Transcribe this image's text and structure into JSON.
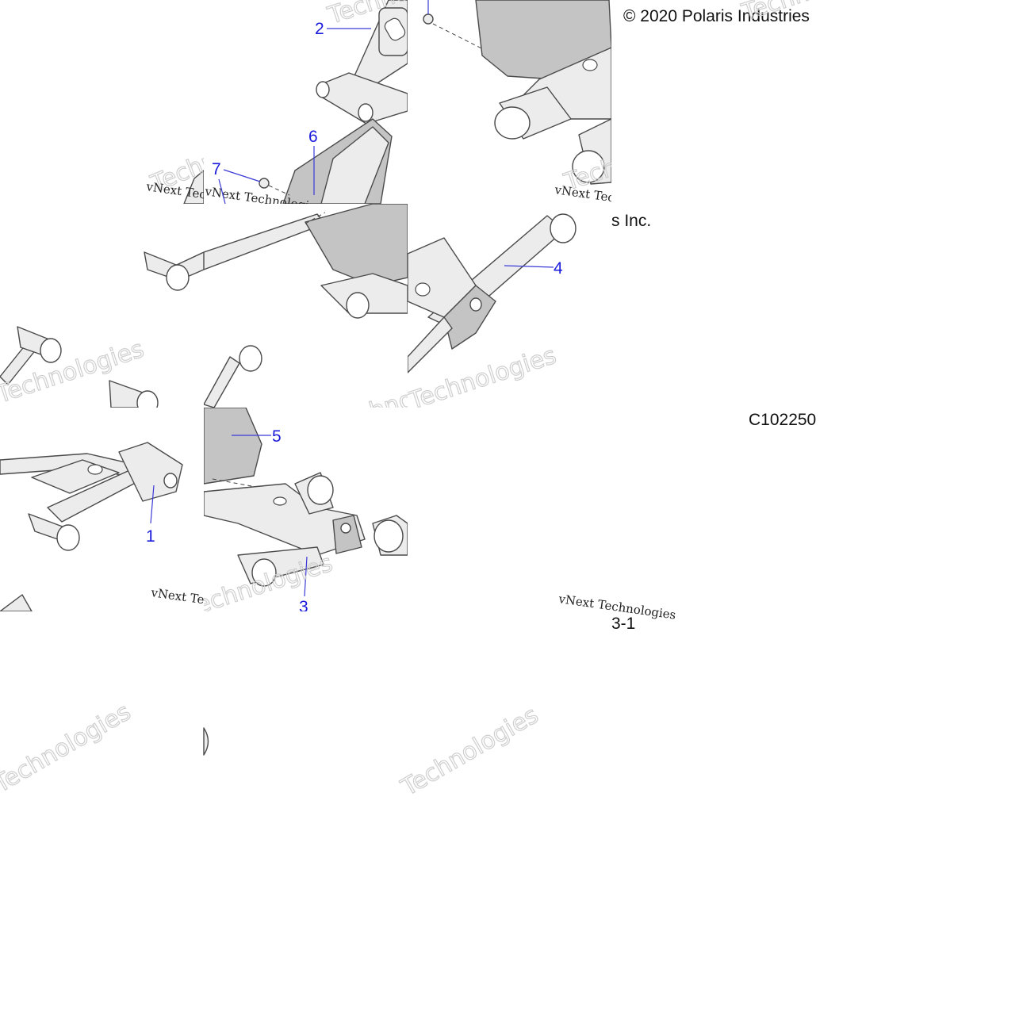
{
  "copyright": "© 2020 Polaris Industries Inc.",
  "copyright_fragment": "s Inc.",
  "drawing_id": "C102250",
  "page_ref": "3-1",
  "watermark_text": "vNext Technologies",
  "watermark_ghost": "Technologies",
  "callouts": [
    "1",
    "2",
    "3",
    "4",
    "5",
    "6",
    "7"
  ],
  "colors": {
    "callout": "#1a1adb",
    "line": "#4a4a4a",
    "fill": "#ececec"
  }
}
